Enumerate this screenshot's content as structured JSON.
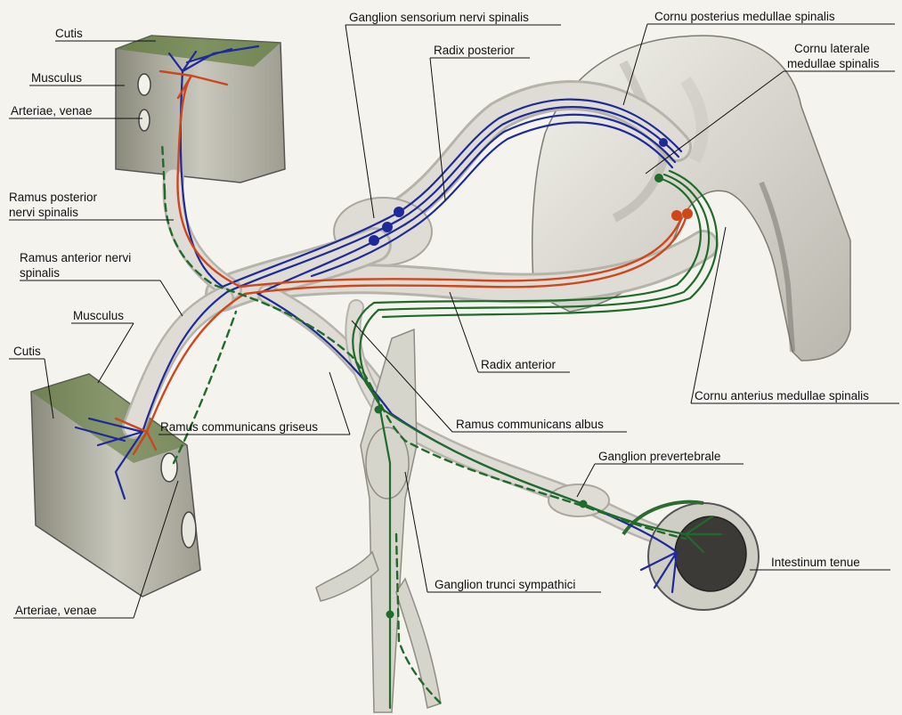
{
  "labels": {
    "cutis_top": "Cutis",
    "musculus_top": "Musculus",
    "arteriae_top": "Arteriae, venae",
    "ramus_posterior_1": "Ramus posterior",
    "ramus_posterior_2": "nervi spinalis",
    "ramus_anterior_1": "Ramus anterior nervi",
    "ramus_anterior_2": "spinalis",
    "musculus_bottom": "Musculus",
    "cutis_bottom": "Cutis",
    "arteriae_bottom": "Arteriae, venae",
    "ganglion_sensorium": "Ganglion sensorium nervi spinalis",
    "radix_posterior": "Radix posterior",
    "cornu_posterius": "Cornu posterius medullae spinalis",
    "cornu_laterale_1": "Cornu laterale",
    "cornu_laterale_2": "medullae spinalis",
    "radix_anterior": "Radix anterior",
    "cornu_anterius": "Cornu anterius medullae spinalis",
    "ramus_comm_griseus": "Ramus communicans griseus",
    "ramus_comm_albus": "Ramus communicans albus",
    "ganglion_prevertebrale": "Ganglion prevertebrale",
    "intestinum": "Intestinum tenue",
    "ganglion_trunci": "Ganglion trunci sympathici"
  },
  "colors": {
    "sensory": "#1e2a9a",
    "motor": "#d0461c",
    "visceral": "#1f6b2a",
    "tissue": "#d9d8d0",
    "background": "#f4f3ee"
  }
}
